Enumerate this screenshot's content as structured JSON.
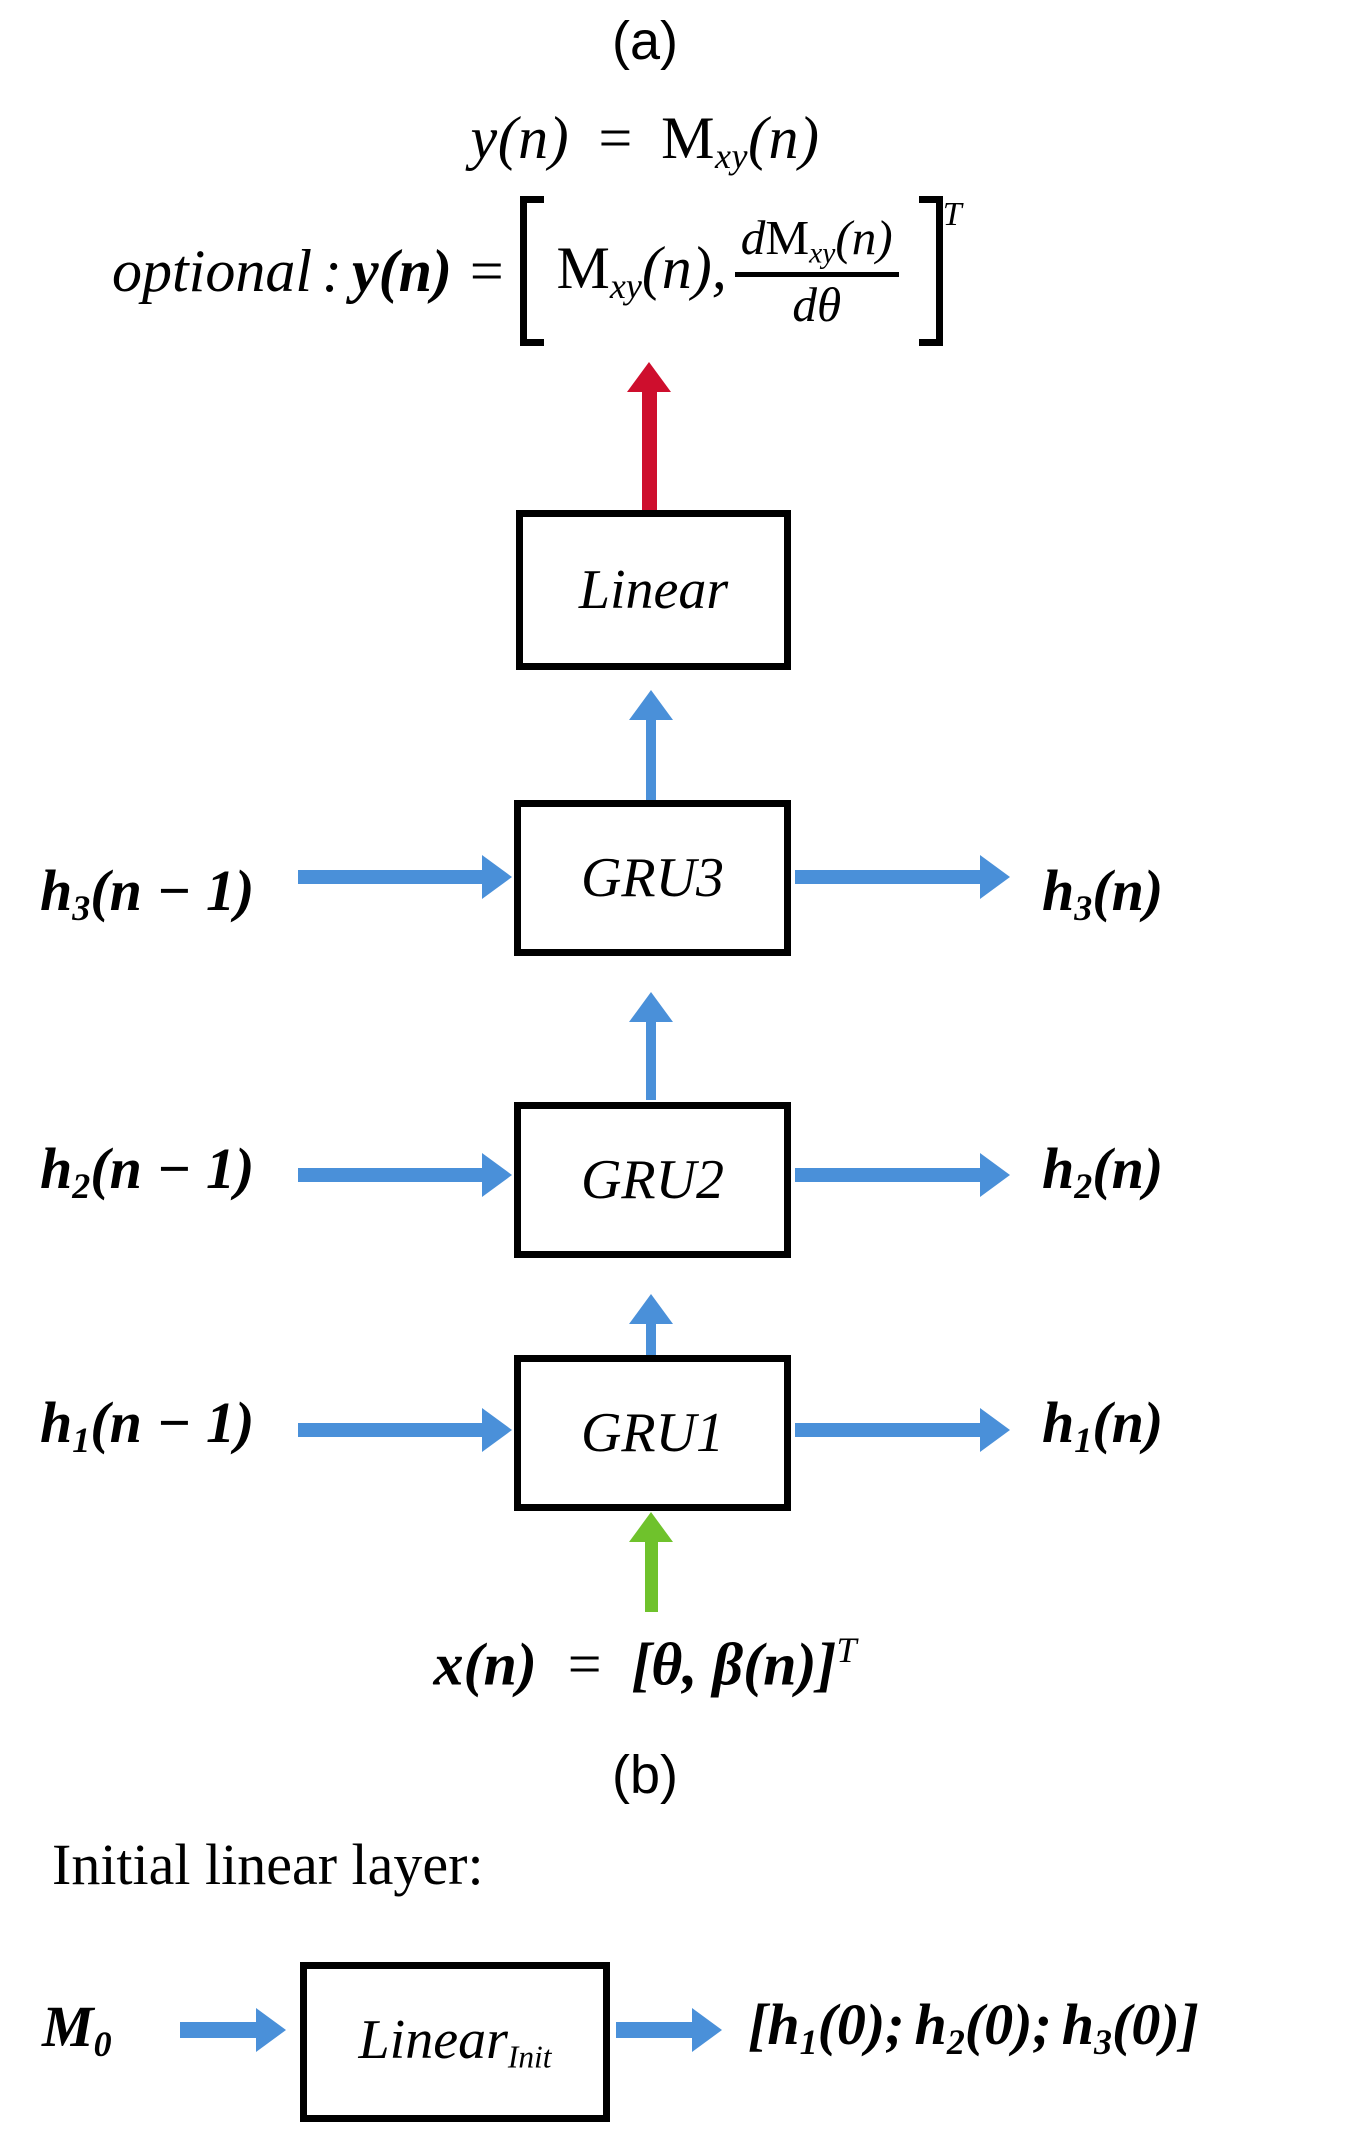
{
  "figure": {
    "panel_a_caption": "(a)",
    "panel_b_caption": "(b)"
  },
  "panel_a": {
    "output_equation": {
      "lhs_y": "y",
      "lhs_arg": "(n)",
      "equals": "=",
      "rhs_M": "M",
      "rhs_sub": "xy",
      "rhs_arg": "(n)"
    },
    "optional_equation": {
      "prefix": "optional",
      "colon": ":",
      "lhs_y": "y",
      "lhs_arg": "(n)",
      "equals": "=",
      "first_element_M": "M",
      "first_element_sub": "xy",
      "first_element_arg": "(n)",
      "comma": ",",
      "frac_numerator_d": "d",
      "frac_numerator_M": "M",
      "frac_numerator_sub": "xy",
      "frac_numerator_arg": "(n)",
      "frac_denominator": "dθ",
      "transpose": "T"
    },
    "input_equation": {
      "lhs_x": "x",
      "lhs_arg": "(n)",
      "equals": "=",
      "vector": "[θ, β(n)]",
      "transpose": "T"
    },
    "blocks": [
      {
        "id": "linear",
        "label": "Linear"
      },
      {
        "id": "gru3",
        "label": "GRU3"
      },
      {
        "id": "gru2",
        "label": "GRU2"
      },
      {
        "id": "gru1",
        "label": "GRU1"
      }
    ],
    "hidden_state_rows": [
      {
        "id": "row3",
        "input_h": "h",
        "input_sub": "3",
        "input_arg": "(n − 1)",
        "output_h": "h",
        "output_sub": "3",
        "output_arg": "(n)"
      },
      {
        "id": "row2",
        "input_h": "h",
        "input_sub": "2",
        "input_arg": "(n − 1)",
        "output_h": "h",
        "output_sub": "2",
        "output_arg": "(n)"
      },
      {
        "id": "row1",
        "input_h": "h",
        "input_sub": "1",
        "input_arg": "(n − 1)",
        "output_h": "h",
        "output_sub": "1",
        "output_arg": "(n)"
      }
    ]
  },
  "panel_b": {
    "heading": "Initial linear layer:",
    "input_label_M": "M",
    "input_label_sub": "0",
    "block_label": "Linear",
    "block_label_sub": "Init",
    "output_label": "[h₁(0); h₂(0); h₃(0)]",
    "output_parts": {
      "open": "[",
      "h1": "h",
      "h1_sub": "1",
      "h1_arg": "(0)",
      "sep1": ";",
      "h2": "h",
      "h2_sub": "2",
      "h2_arg": "(0)",
      "sep2": ";",
      "h3": "h",
      "h3_sub": "3",
      "h3_arg": "(0)",
      "close": "]"
    }
  },
  "colors": {
    "arrow_blue": "#4A90D9",
    "arrow_red": "#CE0E2D",
    "arrow_green": "#6FC22C",
    "box_border": "#000000",
    "background": "#FFFFFF",
    "text": "#000000"
  }
}
